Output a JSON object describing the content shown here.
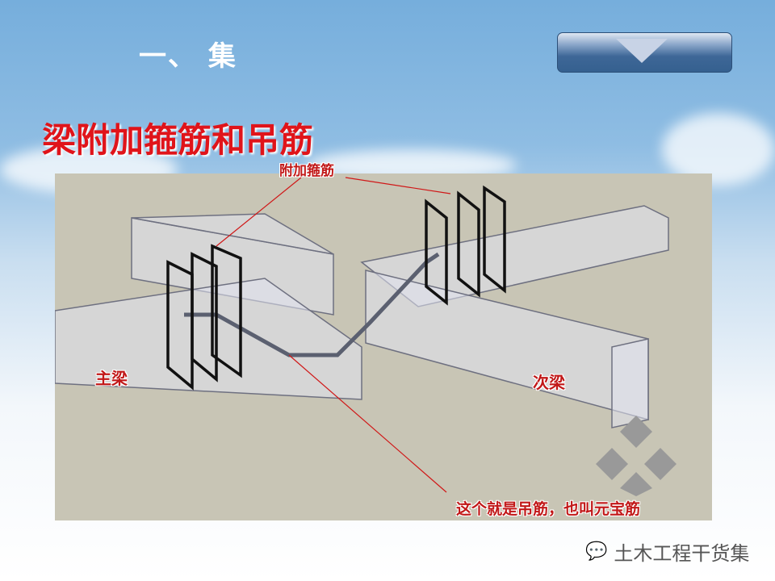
{
  "header": {
    "section_title": "一、 集",
    "nav_button": "▼"
  },
  "slide": {
    "title": "梁附加箍筋和吊筋"
  },
  "diagram": {
    "label_stirrup": "附加箍筋",
    "label_main_beam": "主梁",
    "label_secondary_beam": "次梁",
    "caption": "这个就是吊筋，也叫元宝筋"
  },
  "footer": {
    "account": "土木工程干货集"
  }
}
